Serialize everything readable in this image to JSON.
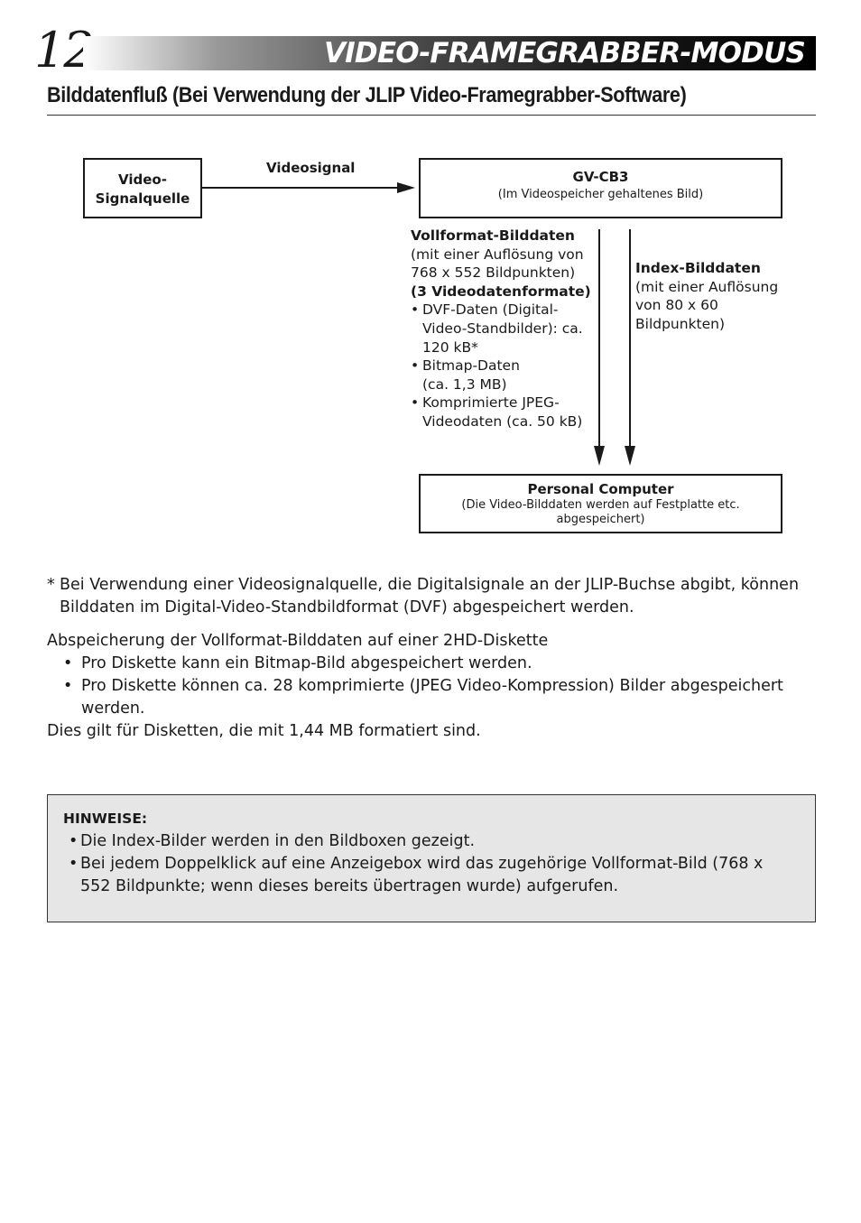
{
  "header": {
    "page_number": "12",
    "section_title": "VIDEO-FRAMEGRABBER-MODUS",
    "subtitle": "Bilddatenfluß (Bei Verwendung der JLIP Video-Framegrabber-Software)"
  },
  "diagram": {
    "source_box": {
      "line1": "Video-",
      "line2": "Signalquelle"
    },
    "arrow_label": "Videosignal",
    "gv_box": {
      "title": "GV-CB3",
      "subtitle": "(Im Videospeicher gehaltenes Bild)"
    },
    "pc_box": {
      "title": "Personal Computer",
      "subtitle_line1": "(Die Video-Bilddaten werden auf Festplatte etc.",
      "subtitle_line2": "abgespeichert)"
    },
    "full_format": {
      "title": "Vollformat-Bilddaten",
      "lines": [
        "(mit einer Auflösung von",
        "768 x 552 Bildpunkten)"
      ],
      "formats_title": "(3 Videodatenformate)",
      "bullets": [
        {
          "symbol": "•",
          "lines": [
            "DVF-Daten (Digital-",
            "Video-Standbilder): ca.",
            "120 kB*"
          ]
        },
        {
          "symbol": "•",
          "lines": [
            "Bitmap-Daten",
            "(ca. 1,3 MB)"
          ]
        },
        {
          "symbol": "•",
          "lines": [
            "Komprimierte JPEG-",
            "Videodaten (ca. 50 kB)"
          ]
        }
      ]
    },
    "index": {
      "title": "Index-Bilddaten",
      "lines": [
        "(mit einer Auflösung",
        "von 80 x 60",
        "Bildpunkten)"
      ]
    }
  },
  "footnote": {
    "symbol": "*",
    "line1": "Bei Verwendung einer Videosignalquelle, die Digitalsignale an der  JLIP-Buchse abgibt, können",
    "line2": "Bilddaten im Digital-Video-Standbildformat (DVF) abgespeichert werden."
  },
  "storage": {
    "heading": "Abspeicherung der Vollformat-Bilddaten auf einer 2HD-Diskette",
    "bullet_symbol": "•",
    "items": [
      {
        "lines": [
          "Pro Diskette kann ein Bitmap-Bild abgespeichert werden."
        ]
      },
      {
        "lines": [
          "Pro Diskette können ca. 28 komprimierte (JPEG Video-Kompression) Bilder abgespeichert",
          "werden."
        ]
      }
    ],
    "closing": "Dies gilt für Disketten, die mit 1,44 MB formatiert sind."
  },
  "notes": {
    "title": "HINWEISE:",
    "bullet_symbol": "•",
    "items": [
      {
        "lines": [
          "Die Index-Bilder werden in den Bildboxen gezeigt."
        ]
      },
      {
        "lines": [
          "Bei jedem Doppelklick auf eine Anzeigebox wird das zugehörige Vollformat-Bild (768 x",
          "552 Bildpunkte; wenn dieses bereits übertragen wurde) aufgerufen."
        ]
      }
    ]
  }
}
